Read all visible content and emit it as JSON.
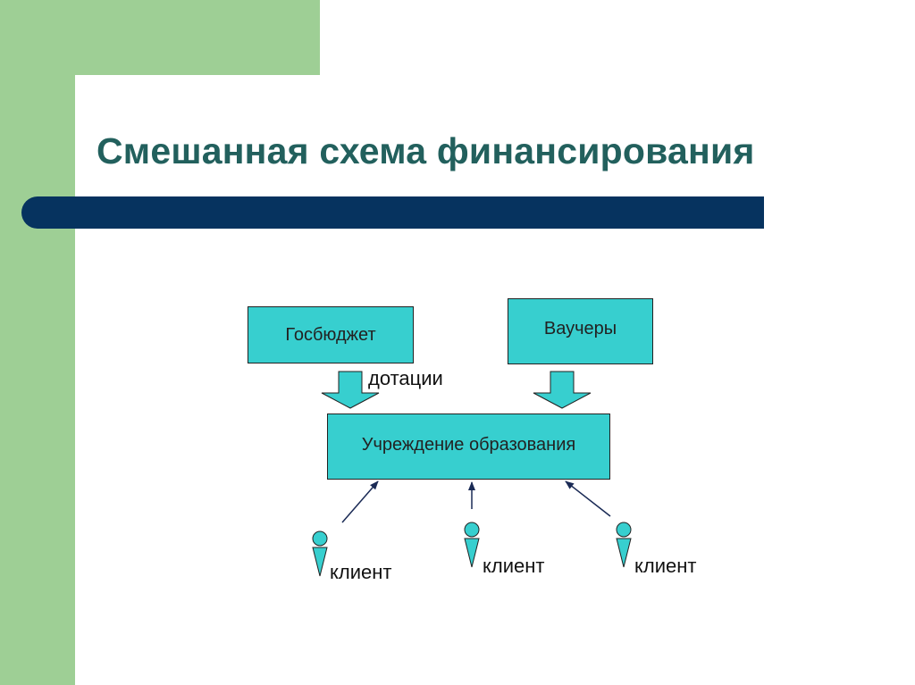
{
  "slide": {
    "title": "Смешанная схема финансирования"
  },
  "diagram": {
    "nodes": {
      "budget": "Госбюджет",
      "vouchers": "Ваучеры",
      "institution": "Учреждение образования"
    },
    "edge_label": "дотации",
    "clients": [
      "клиент",
      "клиент",
      "клиент"
    ]
  },
  "colors": {
    "theme_green": "#9ecf95",
    "title_text": "#22605d",
    "title_bar": "#06335f",
    "box_fill": "#37cfcf"
  }
}
